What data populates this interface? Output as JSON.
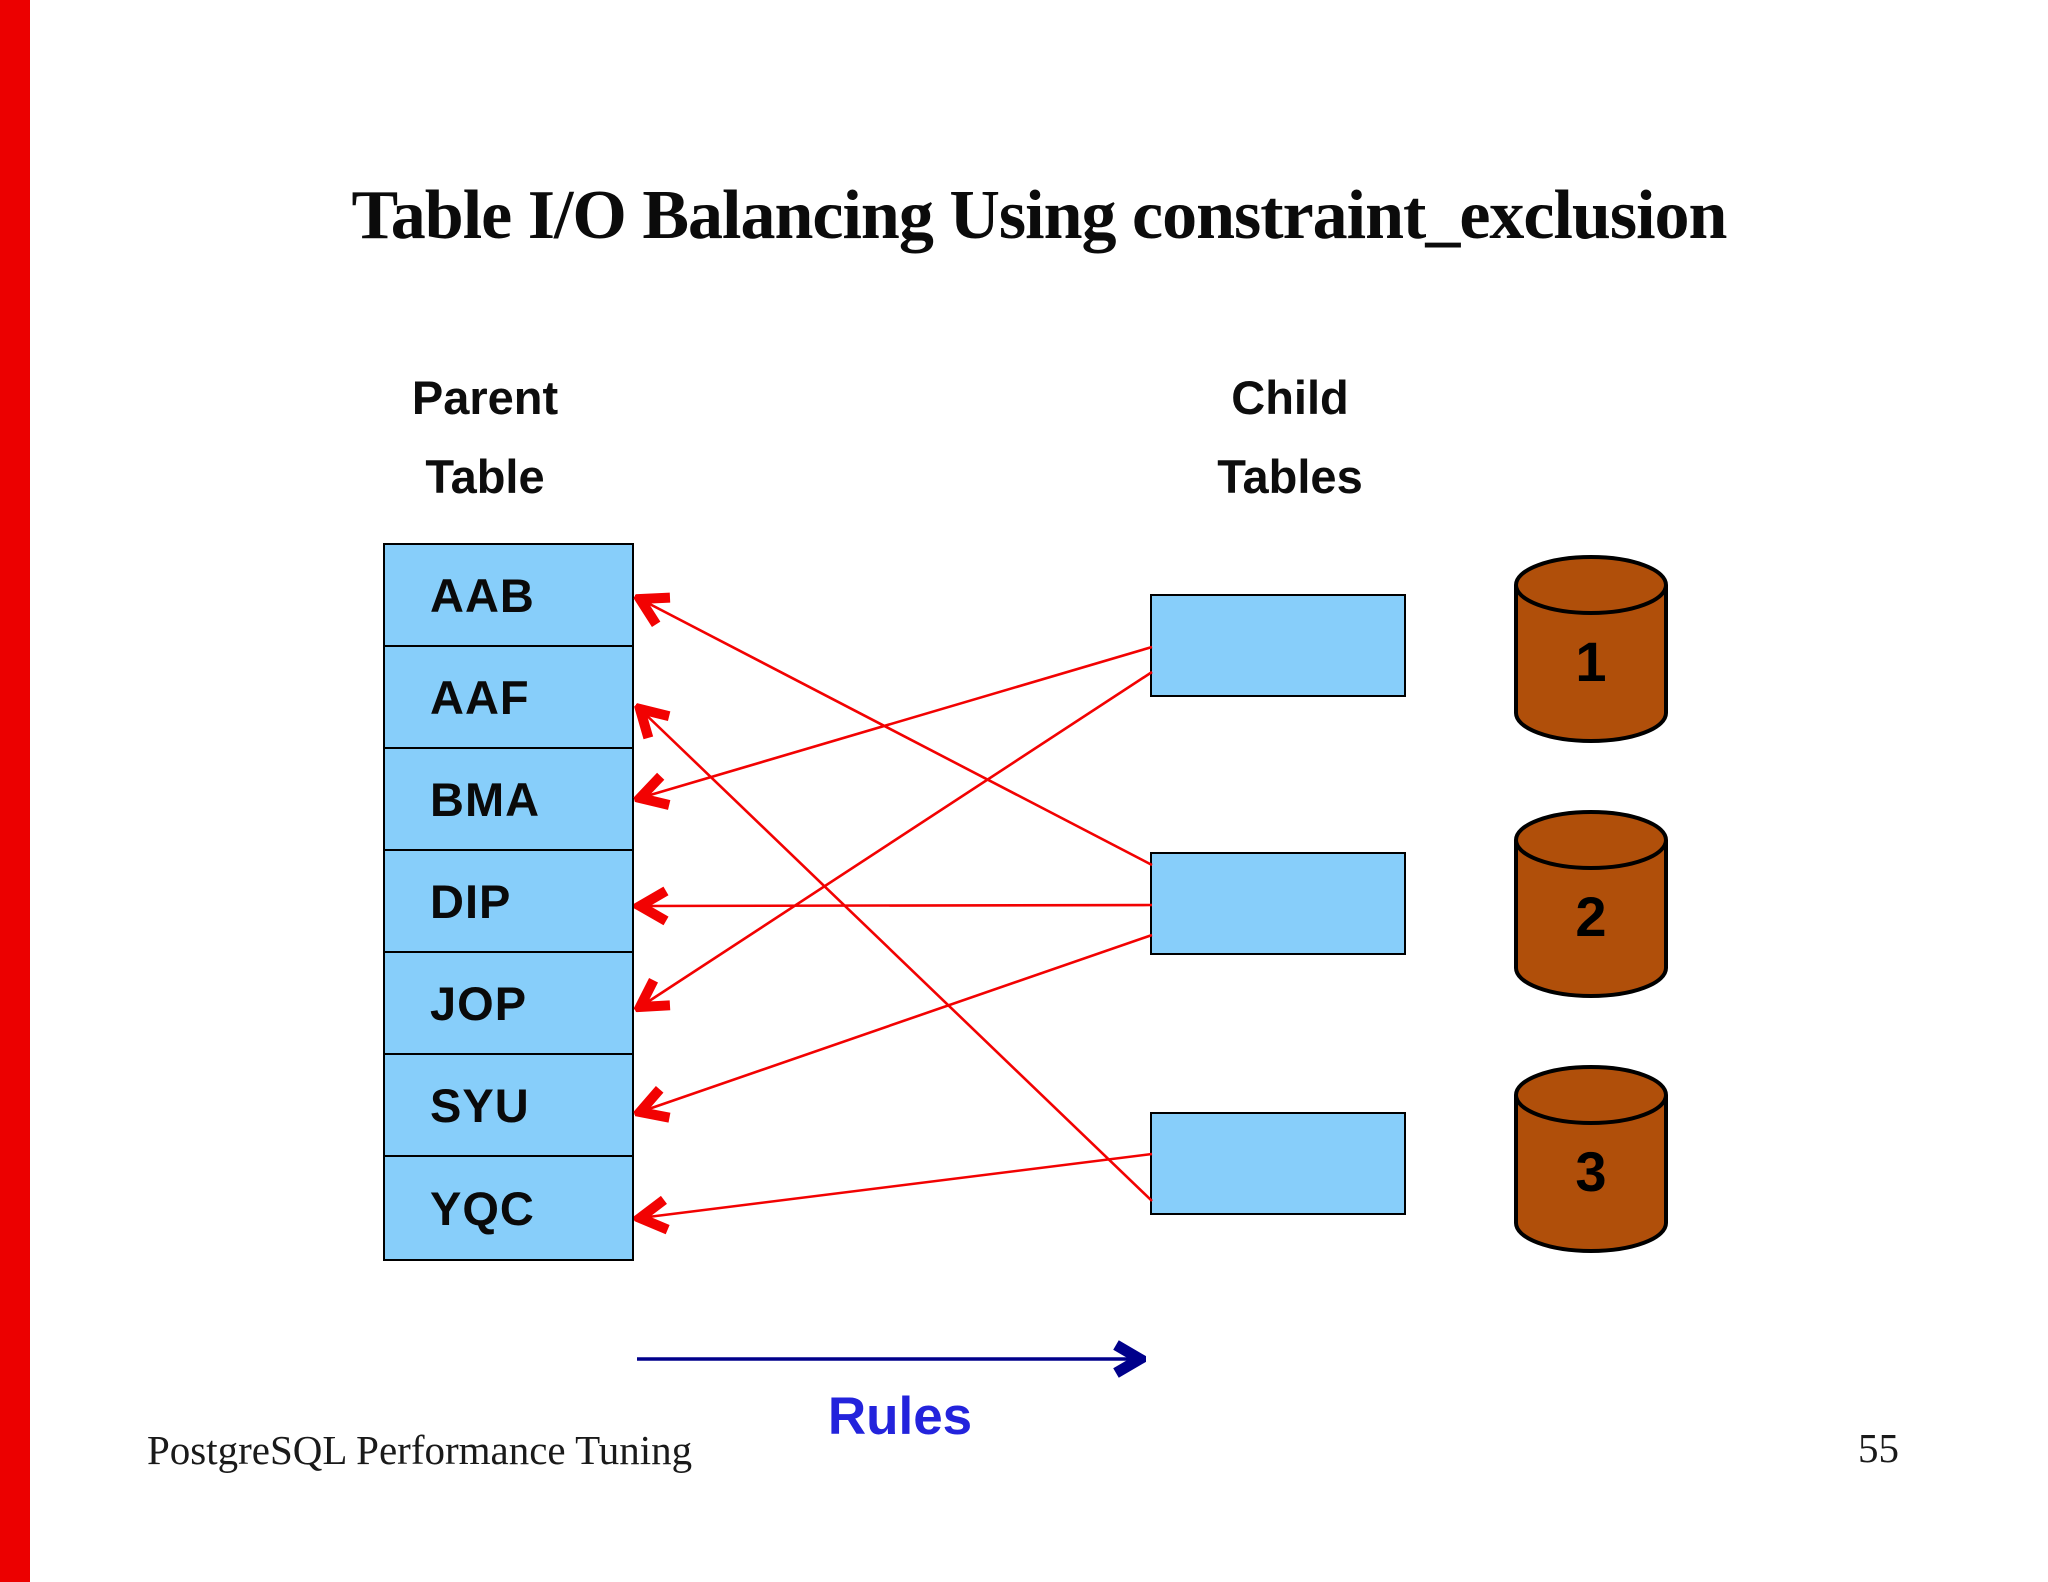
{
  "slide": {
    "title": "Table I/O Balancing Using constraint_exclusion",
    "footer_left": "PostgreSQL Performance Tuning",
    "page_number": "55",
    "rules_label": "Rules"
  },
  "parent": {
    "heading_line1": "Parent",
    "heading_line2": "Table",
    "rows": [
      "AAB",
      "AAF",
      "BMA",
      "DIP",
      "JOP",
      "SYU",
      "YQC"
    ]
  },
  "children": {
    "heading_line1": "Child",
    "heading_line2": "Tables",
    "boxes": [
      "child-1",
      "child-2",
      "child-3"
    ]
  },
  "disks": [
    "1",
    "2",
    "3"
  ],
  "connections": [
    {
      "from": "child-2",
      "to": "AAB"
    },
    {
      "from": "child-3",
      "to": "AAF"
    },
    {
      "from": "child-1",
      "to": "BMA"
    },
    {
      "from": "child-2",
      "to": "DIP"
    },
    {
      "from": "child-1",
      "to": "JOP"
    },
    {
      "from": "child-2",
      "to": "SYU"
    },
    {
      "from": "child-3",
      "to": "YQC"
    }
  ],
  "colors": {
    "accent_bar": "#ec0000",
    "table_fill": "#87CEFA",
    "table_border": "#000000",
    "relation_arrow": "#f20202",
    "disk_fill": "#b04f0a",
    "disk_stroke": "#000000",
    "rules_arrow": "#00008B",
    "rules_text": "#2323dc"
  }
}
